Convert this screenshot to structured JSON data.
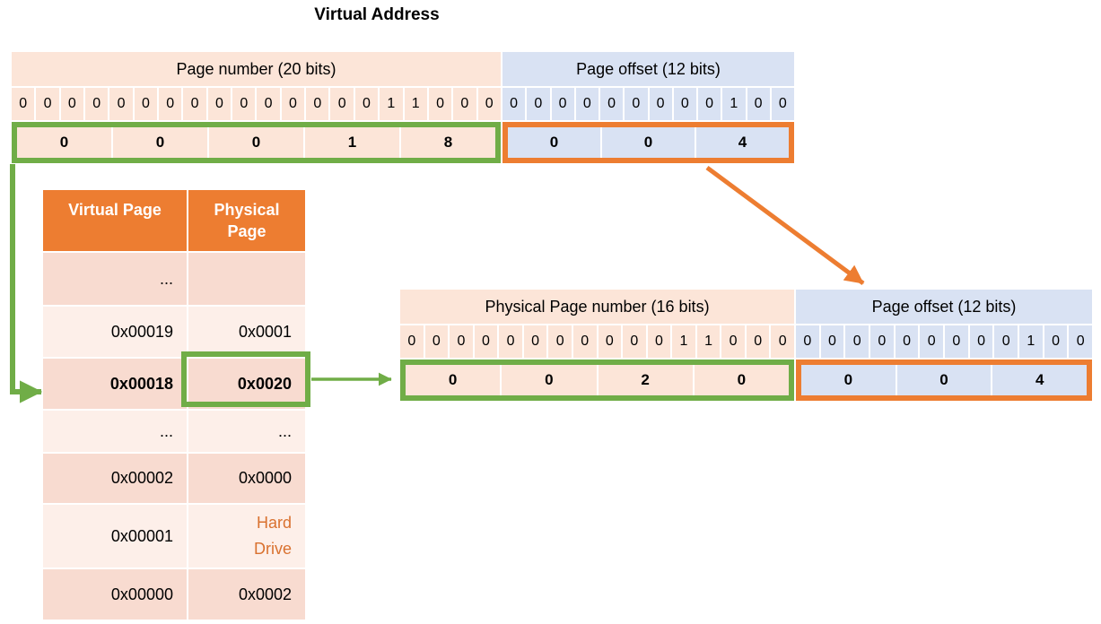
{
  "title": "Virtual Address",
  "colors": {
    "accent_green": "#70AD47",
    "accent_orange": "#ED7D31",
    "peach_fill": "#FCE5D8",
    "blue_fill": "#D9E2F3",
    "table_row_dark": "#F8DBD0",
    "table_row_light": "#FDEFE9",
    "hard_drive_text": "#D9712F"
  },
  "virtual_address": {
    "page_number_label": "Page number (20 bits)",
    "page_offset_label": "Page offset (12 bits)",
    "page_bits": [
      "0",
      "0",
      "0",
      "0",
      "0",
      "0",
      "0",
      "0",
      "0",
      "0",
      "0",
      "0",
      "0",
      "0",
      "0",
      "1",
      "1",
      "0",
      "0",
      "0"
    ],
    "offset_bits": [
      "0",
      "0",
      "0",
      "0",
      "0",
      "0",
      "0",
      "0",
      "0",
      "1",
      "0",
      "0"
    ],
    "page_hex": [
      "0",
      "0",
      "0",
      "1",
      "8"
    ],
    "offset_hex": [
      "0",
      "0",
      "4"
    ]
  },
  "page_table": {
    "virtual_page_header": "Virtual Page",
    "physical_page_header": "Physical Page",
    "rows": [
      {
        "virtual": "...",
        "physical": "",
        "style": "dark"
      },
      {
        "virtual": "0x00019",
        "physical": "0x0001",
        "style": "light"
      },
      {
        "virtual": "0x00018",
        "physical": "0x0020",
        "style": "dark emph"
      },
      {
        "virtual": "...",
        "physical": "...",
        "style": "light"
      },
      {
        "virtual": "0x00002",
        "physical": "0x0000",
        "style": "dark"
      },
      {
        "virtual": "0x00001",
        "physical": "Hard Drive",
        "style": "light harddrive"
      },
      {
        "virtual": "0x00000",
        "physical": "0x0002",
        "style": "dark"
      }
    ]
  },
  "physical_address": {
    "page_number_label": "Physical Page number (16 bits)",
    "page_offset_label": "Page offset (12 bits)",
    "page_bits": [
      "0",
      "0",
      "0",
      "0",
      "0",
      "0",
      "0",
      "0",
      "0",
      "0",
      "0",
      "1",
      "1",
      "0",
      "0",
      "0"
    ],
    "offset_bits": [
      "0",
      "0",
      "0",
      "0",
      "0",
      "0",
      "0",
      "0",
      "0",
      "1",
      "0",
      "0"
    ],
    "page_hex": [
      "0",
      "0",
      "2",
      "0"
    ],
    "offset_hex": [
      "0",
      "0",
      "4"
    ]
  }
}
